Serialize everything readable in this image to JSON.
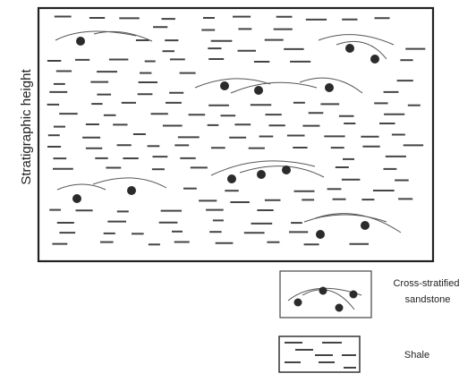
{
  "axis_label": "Stratigraphic height",
  "legend": [
    {
      "key": "sandstone",
      "label_lines": [
        "Cross-stratified",
        "sandstone"
      ]
    },
    {
      "key": "shale",
      "label_lines": [
        "Shale"
      ]
    }
  ],
  "colors": {
    "ink": "#333333",
    "dash": "#444444",
    "dot": "#2b2b2b",
    "border": "#222222"
  }
}
